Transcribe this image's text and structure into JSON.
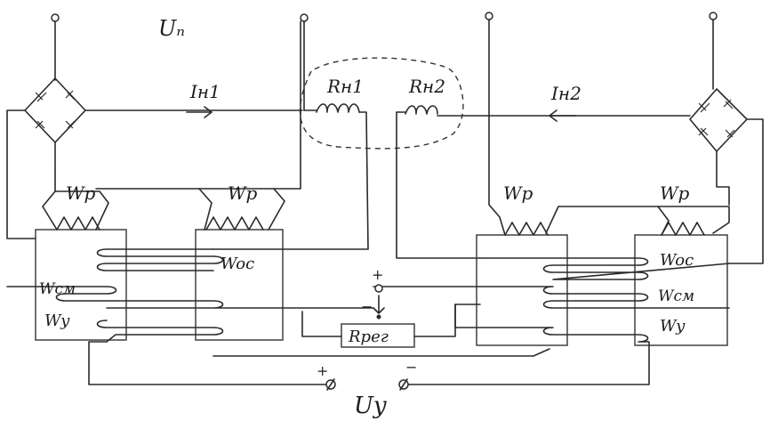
{
  "labels": {
    "supply": "Uₙ",
    "current_left": "Iн1",
    "current_right": "Iн2",
    "load_left": "Rн1",
    "load_right": "Rн2",
    "wp": "Wp",
    "woc": "Woc",
    "wcm": "Wcм",
    "wy": "Wy",
    "rheostat": "Rрег",
    "control_voltage": "Uy",
    "plus": "+",
    "minus": "−"
  },
  "colors": {
    "ink": "#2a2a2a",
    "paper": "#ffffff"
  }
}
